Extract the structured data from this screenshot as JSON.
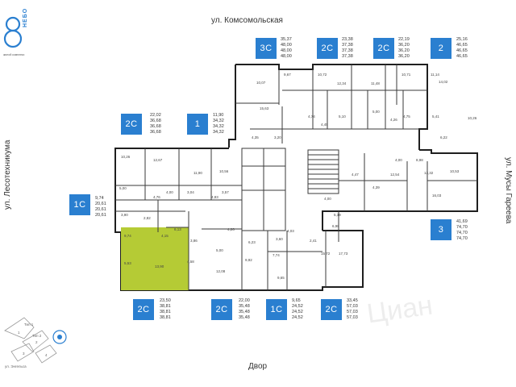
{
  "logo": {
    "numeral": "8",
    "name": "НЕБО",
    "tagline": "жилой комплекс"
  },
  "streets": {
    "top": "ул. Комсомольская",
    "left": "ул. Лесотехникума",
    "right": "ул. Мусы Гареева",
    "bottom": "Двор"
  },
  "units": [
    {
      "id": "u-3c",
      "label": "3С",
      "areas": [
        "35,37",
        "48,00",
        "48,00",
        "48,00"
      ]
    },
    {
      "id": "u-2c-a",
      "label": "2С",
      "areas": [
        "23,38",
        "37,38",
        "37,38",
        "37,38"
      ]
    },
    {
      "id": "u-2c-b",
      "label": "2С",
      "areas": [
        "22,19",
        "36,20",
        "36,20",
        "36,20"
      ]
    },
    {
      "id": "u-2",
      "label": "2",
      "areas": [
        "25,16",
        "46,65",
        "46,65",
        "46,65"
      ]
    },
    {
      "id": "u-2c-c",
      "label": "2С",
      "areas": [
        "22,02",
        "36,68",
        "36,68",
        "36,68"
      ]
    },
    {
      "id": "u-1",
      "label": "1",
      "areas": [
        "11,90",
        "34,32",
        "34,32",
        "34,32"
      ]
    },
    {
      "id": "u-1c-left",
      "label": "1С",
      "areas": [
        "9,74",
        "20,61",
        "20,61",
        "20,61"
      ]
    },
    {
      "id": "u-3",
      "label": "3",
      "areas": [
        "41,69",
        "74,70",
        "74,70",
        "74,70"
      ]
    },
    {
      "id": "u-2c-d",
      "label": "2С",
      "areas": [
        "23,50",
        "38,81",
        "38,81",
        "38,81"
      ]
    },
    {
      "id": "u-2c-e",
      "label": "2С",
      "areas": [
        "22,00",
        "35,48",
        "35,48",
        "35,48"
      ]
    },
    {
      "id": "u-1c-bot",
      "label": "1С",
      "areas": [
        "9,65",
        "24,52",
        "24,52",
        "24,52"
      ]
    },
    {
      "id": "u-2c-f",
      "label": "2С",
      "areas": [
        "33,45",
        "57,03",
        "57,03",
        "57,03"
      ]
    }
  ],
  "rooms": [
    "10,07",
    "9,67",
    "10,72",
    "12,34",
    "11,48",
    "10,71",
    "11,14",
    "14,02",
    "15,63",
    "4,74",
    "4,45",
    "5,10",
    "5,00",
    "4,26",
    "4,75",
    "5,41",
    "10,26",
    "12,67",
    "11,90",
    "10,56",
    "5,00",
    "4,00",
    "3,04",
    "4,83",
    "4,76",
    "3,57",
    "4,35",
    "3,20",
    "10,26",
    "6,22",
    "4,00",
    "8,98",
    "4,47",
    "12,54",
    "13,32",
    "10,53",
    "4,39",
    "16,03",
    "3,90",
    "2,82",
    "9,74",
    "4,15",
    "6,13",
    "3,86",
    "4,26",
    "6,23",
    "3,60",
    "4,03",
    "5,19",
    "4,00",
    "6,98",
    "2,41",
    "5,53",
    "13,90",
    "4,58",
    "12,08",
    "9,92",
    "7,74",
    "15,72",
    "17,73",
    "9,65",
    "5,00"
  ],
  "watermark": "Циан",
  "minimap": {
    "labels": [
      "1",
      "2",
      "3",
      "4",
      "Тип 1",
      "Тип 2",
      "ул. Энгельса"
    ]
  },
  "colors": {
    "accent": "#2a7fd0",
    "highlight": "#b5cb35",
    "wall": "#1f1f1f"
  }
}
